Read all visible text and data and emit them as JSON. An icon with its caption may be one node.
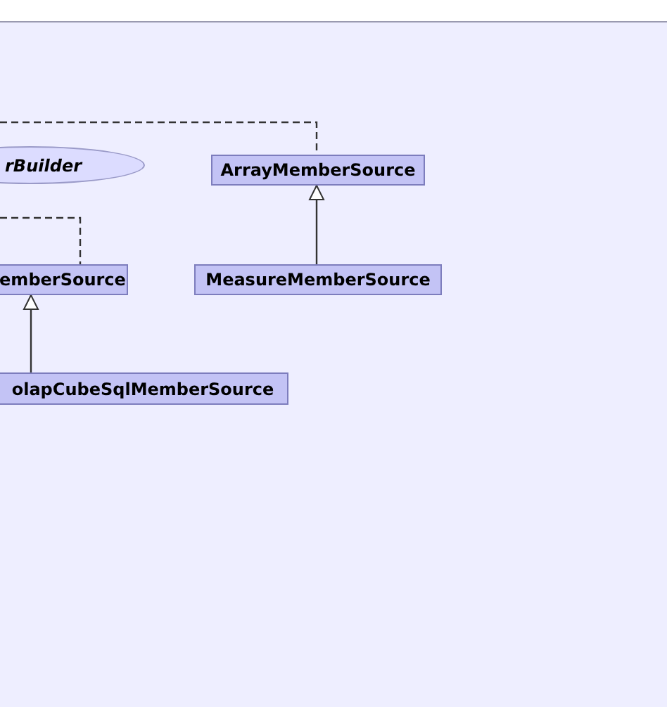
{
  "diagram": {
    "nodes": [
      {
        "text": [
          "rBuilder"
        ]
      },
      {
        "text": [
          "ArrayMemberSource"
        ]
      },
      {
        "text": [
          "emberSource"
        ]
      },
      {
        "text": [
          "MeasureMemberSource"
        ]
      },
      {
        "text": [
          "olapCubeSqlMemberSource"
        ]
      }
    ],
    "edges": [
      {
        "from": null,
        "to": 1,
        "arrow": "none",
        "style": "dashed"
      },
      {
        "from": null,
        "to": 2,
        "arrow": "none",
        "style": "dashed"
      },
      {
        "from": 3,
        "to": 1,
        "arrow": "to"
      },
      {
        "from": 4,
        "to": 2,
        "arrow": "to"
      }
    ]
  }
}
